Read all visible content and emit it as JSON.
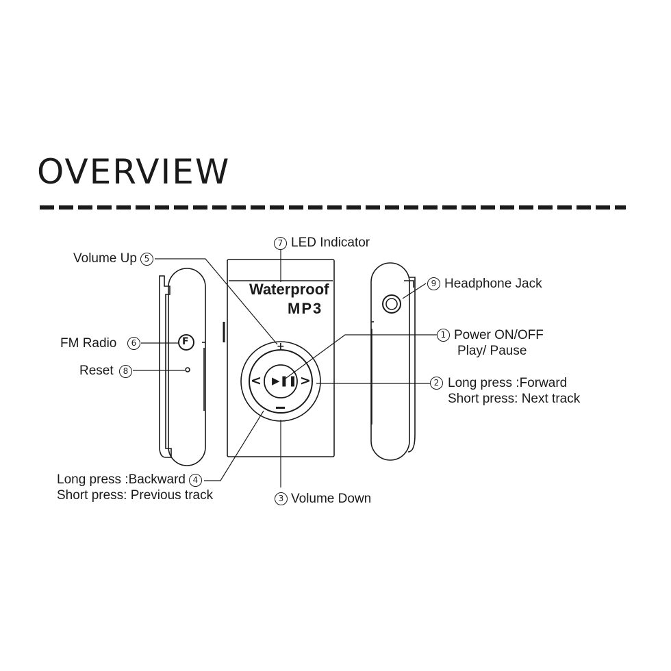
{
  "header": {
    "title": "OVERVIEW"
  },
  "device": {
    "brand_line1": "Waterproof",
    "brand_line2": "MP3",
    "fm_key": "F"
  },
  "callouts": [
    {
      "number": "7",
      "text": "LED Indicator"
    },
    {
      "number": "5",
      "text": "Volume Up"
    },
    {
      "number": "9",
      "text": "Headphone Jack"
    },
    {
      "number": "6",
      "text": "FM Radio"
    },
    {
      "number": "1",
      "text": "Power ON/OFF",
      "text2": "Play/ Pause"
    },
    {
      "number": "8",
      "text": "Reset"
    },
    {
      "number": "2",
      "text": "Long press :Forward",
      "text2": "Short press: Next track"
    },
    {
      "number": "4",
      "text": "Long press :Backward",
      "text2": "Short press: Previous track"
    },
    {
      "number": "3",
      "text": "Volume Down"
    }
  ]
}
